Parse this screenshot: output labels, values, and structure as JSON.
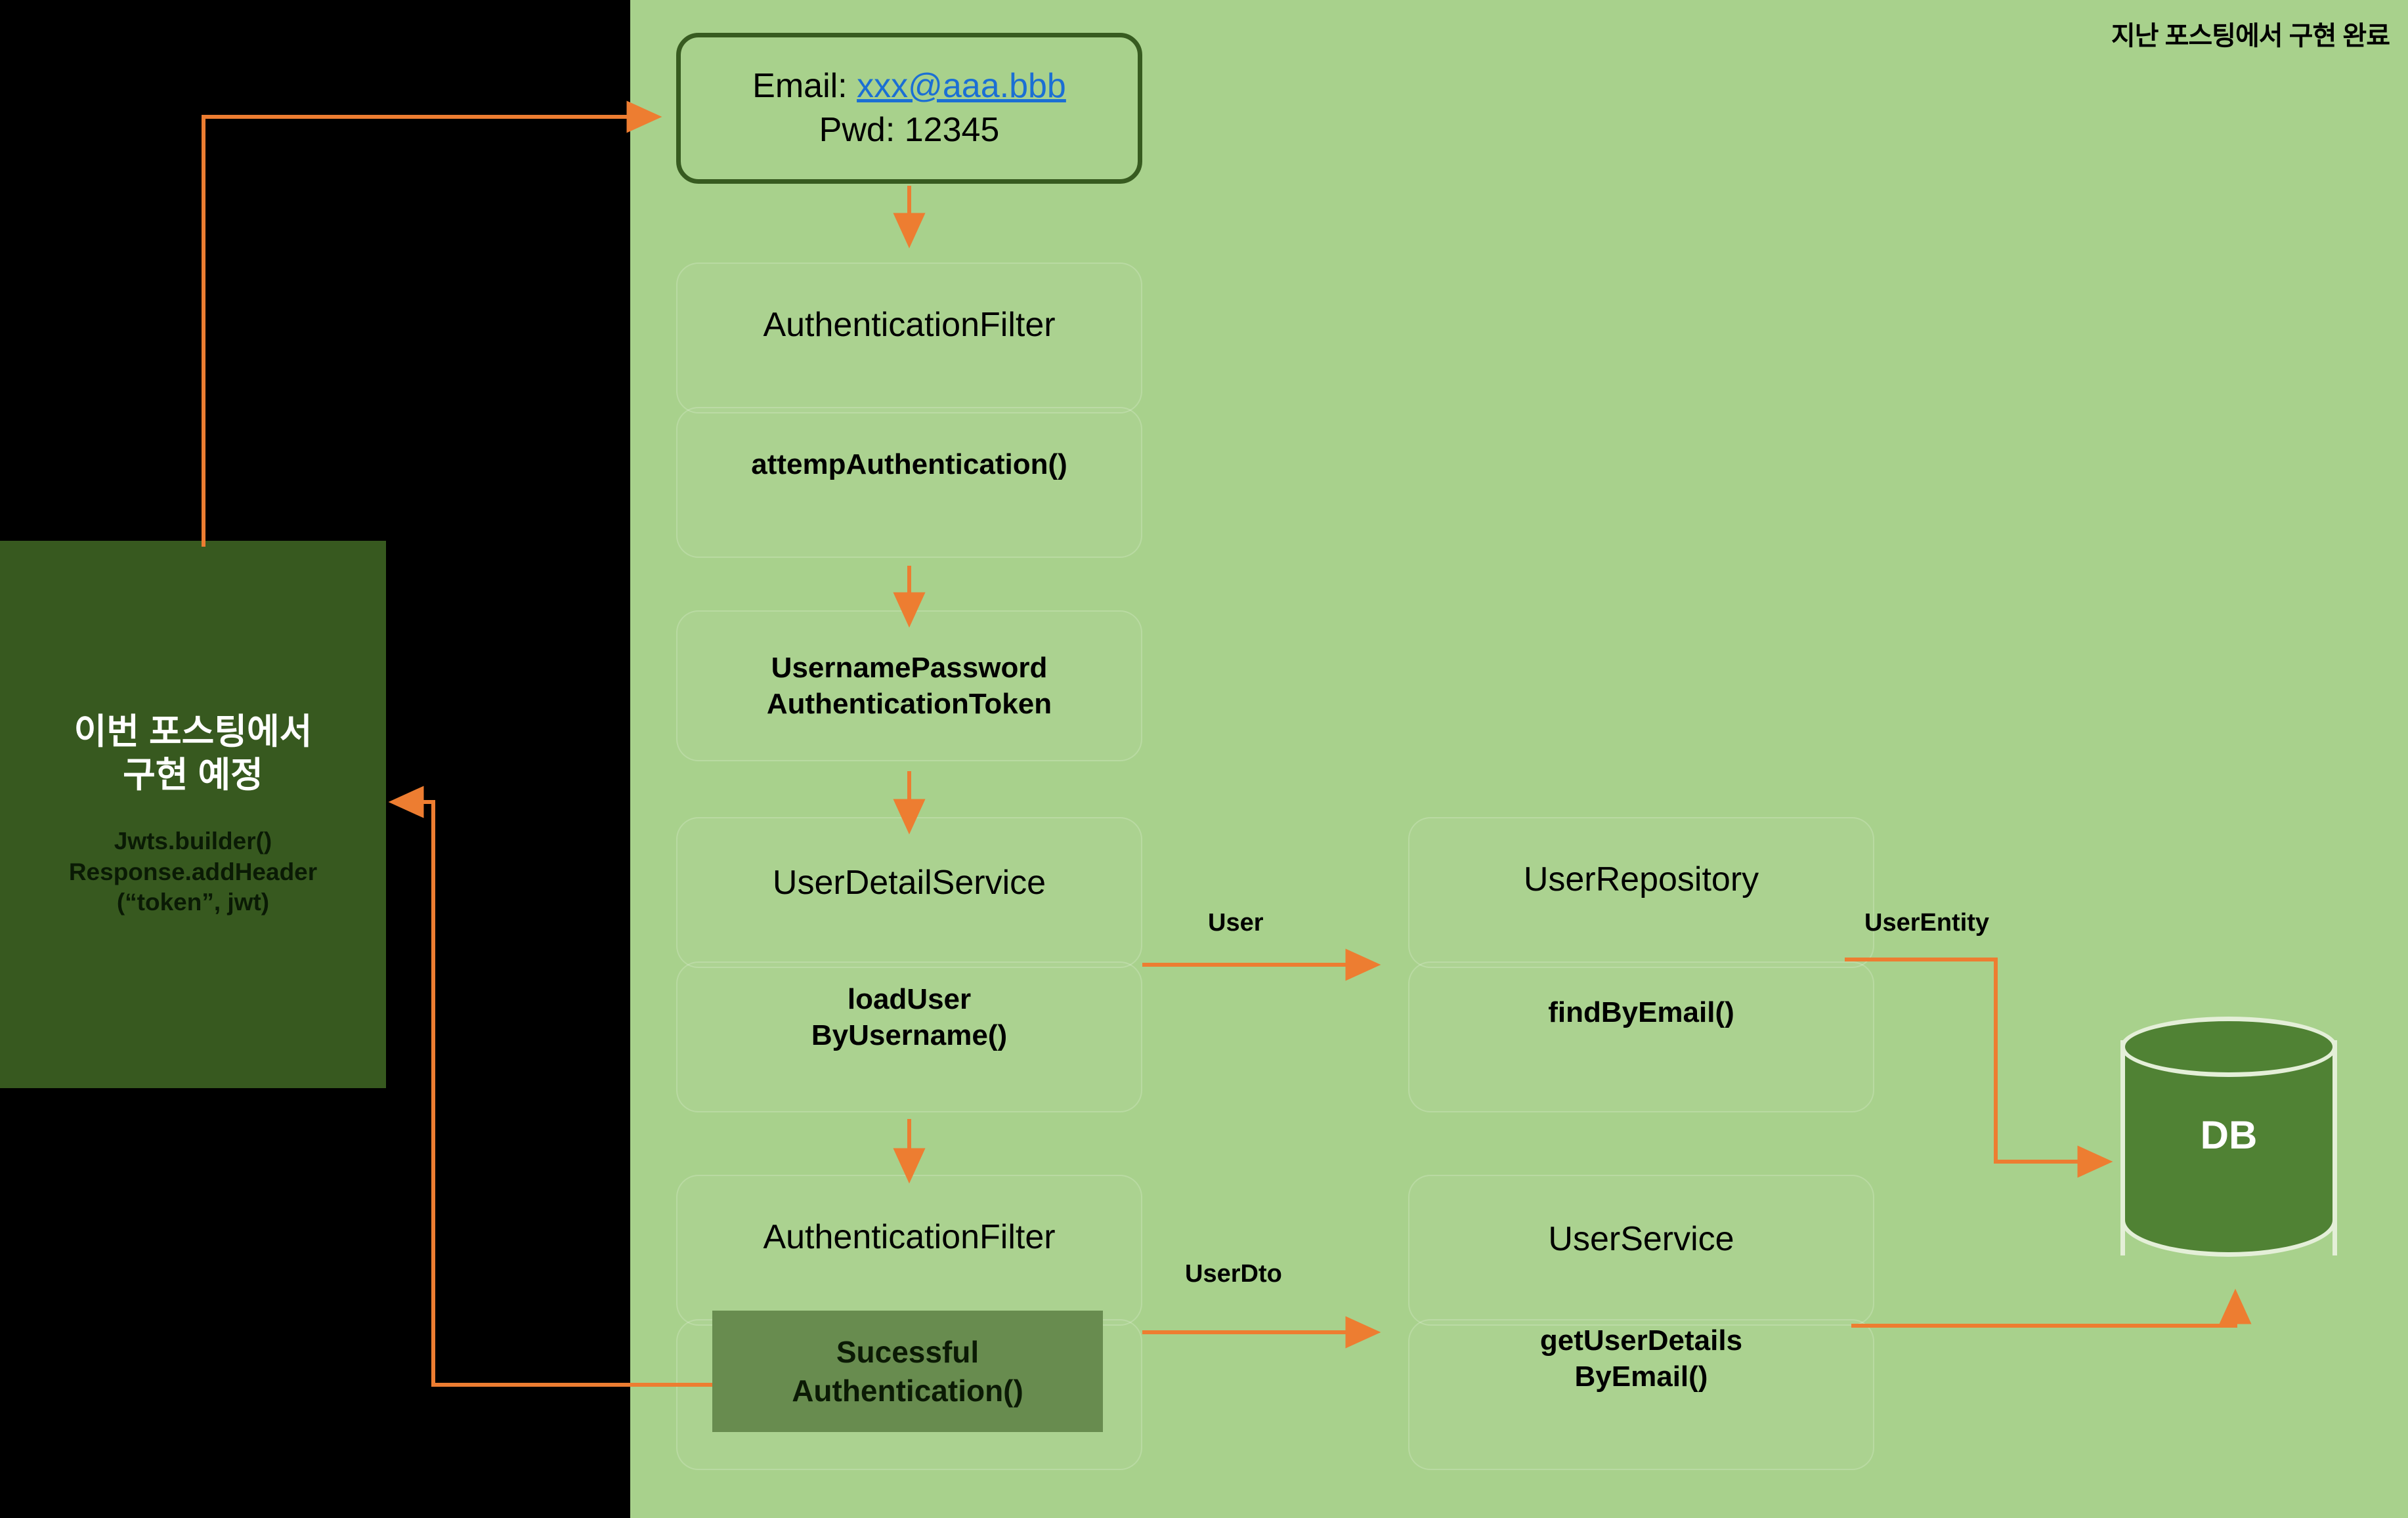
{
  "legend": {
    "done": "지난 포스팅에서 구현 완료",
    "planned_title_line1": "이번 포스팅에서",
    "planned_title_line2": "구현 예정",
    "planned_code_line1": "Jwts.builder()",
    "planned_code_line2": "Response.addHeader",
    "planned_code_line3": "(“token”, jwt)"
  },
  "credentials": {
    "email_label": "Email: ",
    "email_value": "xxx@aaa.bbb",
    "password_line": "Pwd: 12345"
  },
  "flow": {
    "auth_filter_1": "AuthenticationFilter",
    "attemp_authentication": "attempAuthentication()",
    "upat_line1": "UsernamePassword",
    "upat_line2": "AuthenticationToken",
    "user_detail_service": "UserDetailService",
    "load_user_line1": "loadUser",
    "load_user_line2": "ByUsername()",
    "auth_filter_2": "AuthenticationFilter",
    "successful_auth_line1": "Sucessful",
    "successful_auth_line2": "Authentication()"
  },
  "right_column": {
    "user_repository": "UserRepository",
    "find_by_email": "findByEmail()",
    "user_service": "UserService",
    "get_user_details_line1": "getUserDetails",
    "get_user_details_line2": "ByEmail()"
  },
  "edges": {
    "user": "User",
    "user_entity": "UserEntity",
    "user_dto": "UserDto"
  },
  "database": {
    "label": "DB"
  },
  "colors": {
    "panel_green": "#A8D18C",
    "dark_green": "#37591F",
    "mid_green": "#688C4F",
    "db_green": "#508234",
    "arrow_orange": "#ED7D31",
    "link_blue": "#1B6FD4",
    "background_black": "#000000"
  }
}
